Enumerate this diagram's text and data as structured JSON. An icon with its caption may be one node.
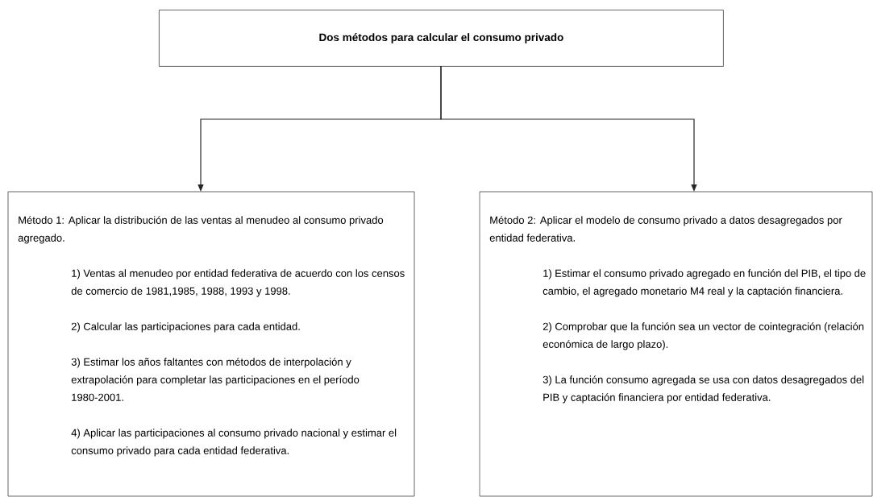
{
  "diagram": {
    "nodes": [
      {
        "text": [
          "Dos métodos para calcular el consumo privado"
        ]
      },
      {
        "text": [
          "Método 1: Aplicar la distribución de las ventas al menudeo al consumo privado agregado.",
          "1) Ventas al menudeo por entidad federativa de acuerdo con los censos de comercio de 1981,1985, 1988, 1993 y 1998.",
          "2) Calcular las participaciones para cada entidad.",
          "3) Estimar los años faltantes con métodos de interpolación y extrapolación para completar las participaciones en el período 1980-2001.",
          "4) Aplicar las participaciones al consumo privado nacional y estimar el consumo privado para cada entidad federativa."
        ]
      },
      {
        "text": [
          "Método 2: Aplicar el modelo de consumo privado a datos desagregados por entidad federativa.",
          "1) Estimar el consumo privado agregado en función del PIB, el tipo de cambio, el agregado monetario M4 real y la captación financiera.",
          "2) Comprobar que la función sea un vector de cointegración (relación económica de largo plazo).",
          "3) La función consumo agregada se usa con datos desagregados del PIB y captación financiera por entidad federativa."
        ]
      }
    ],
    "edges": [
      {
        "from": 0,
        "to": 1,
        "arrow": "to"
      },
      {
        "from": 0,
        "to": 2,
        "arrow": "to"
      }
    ]
  }
}
